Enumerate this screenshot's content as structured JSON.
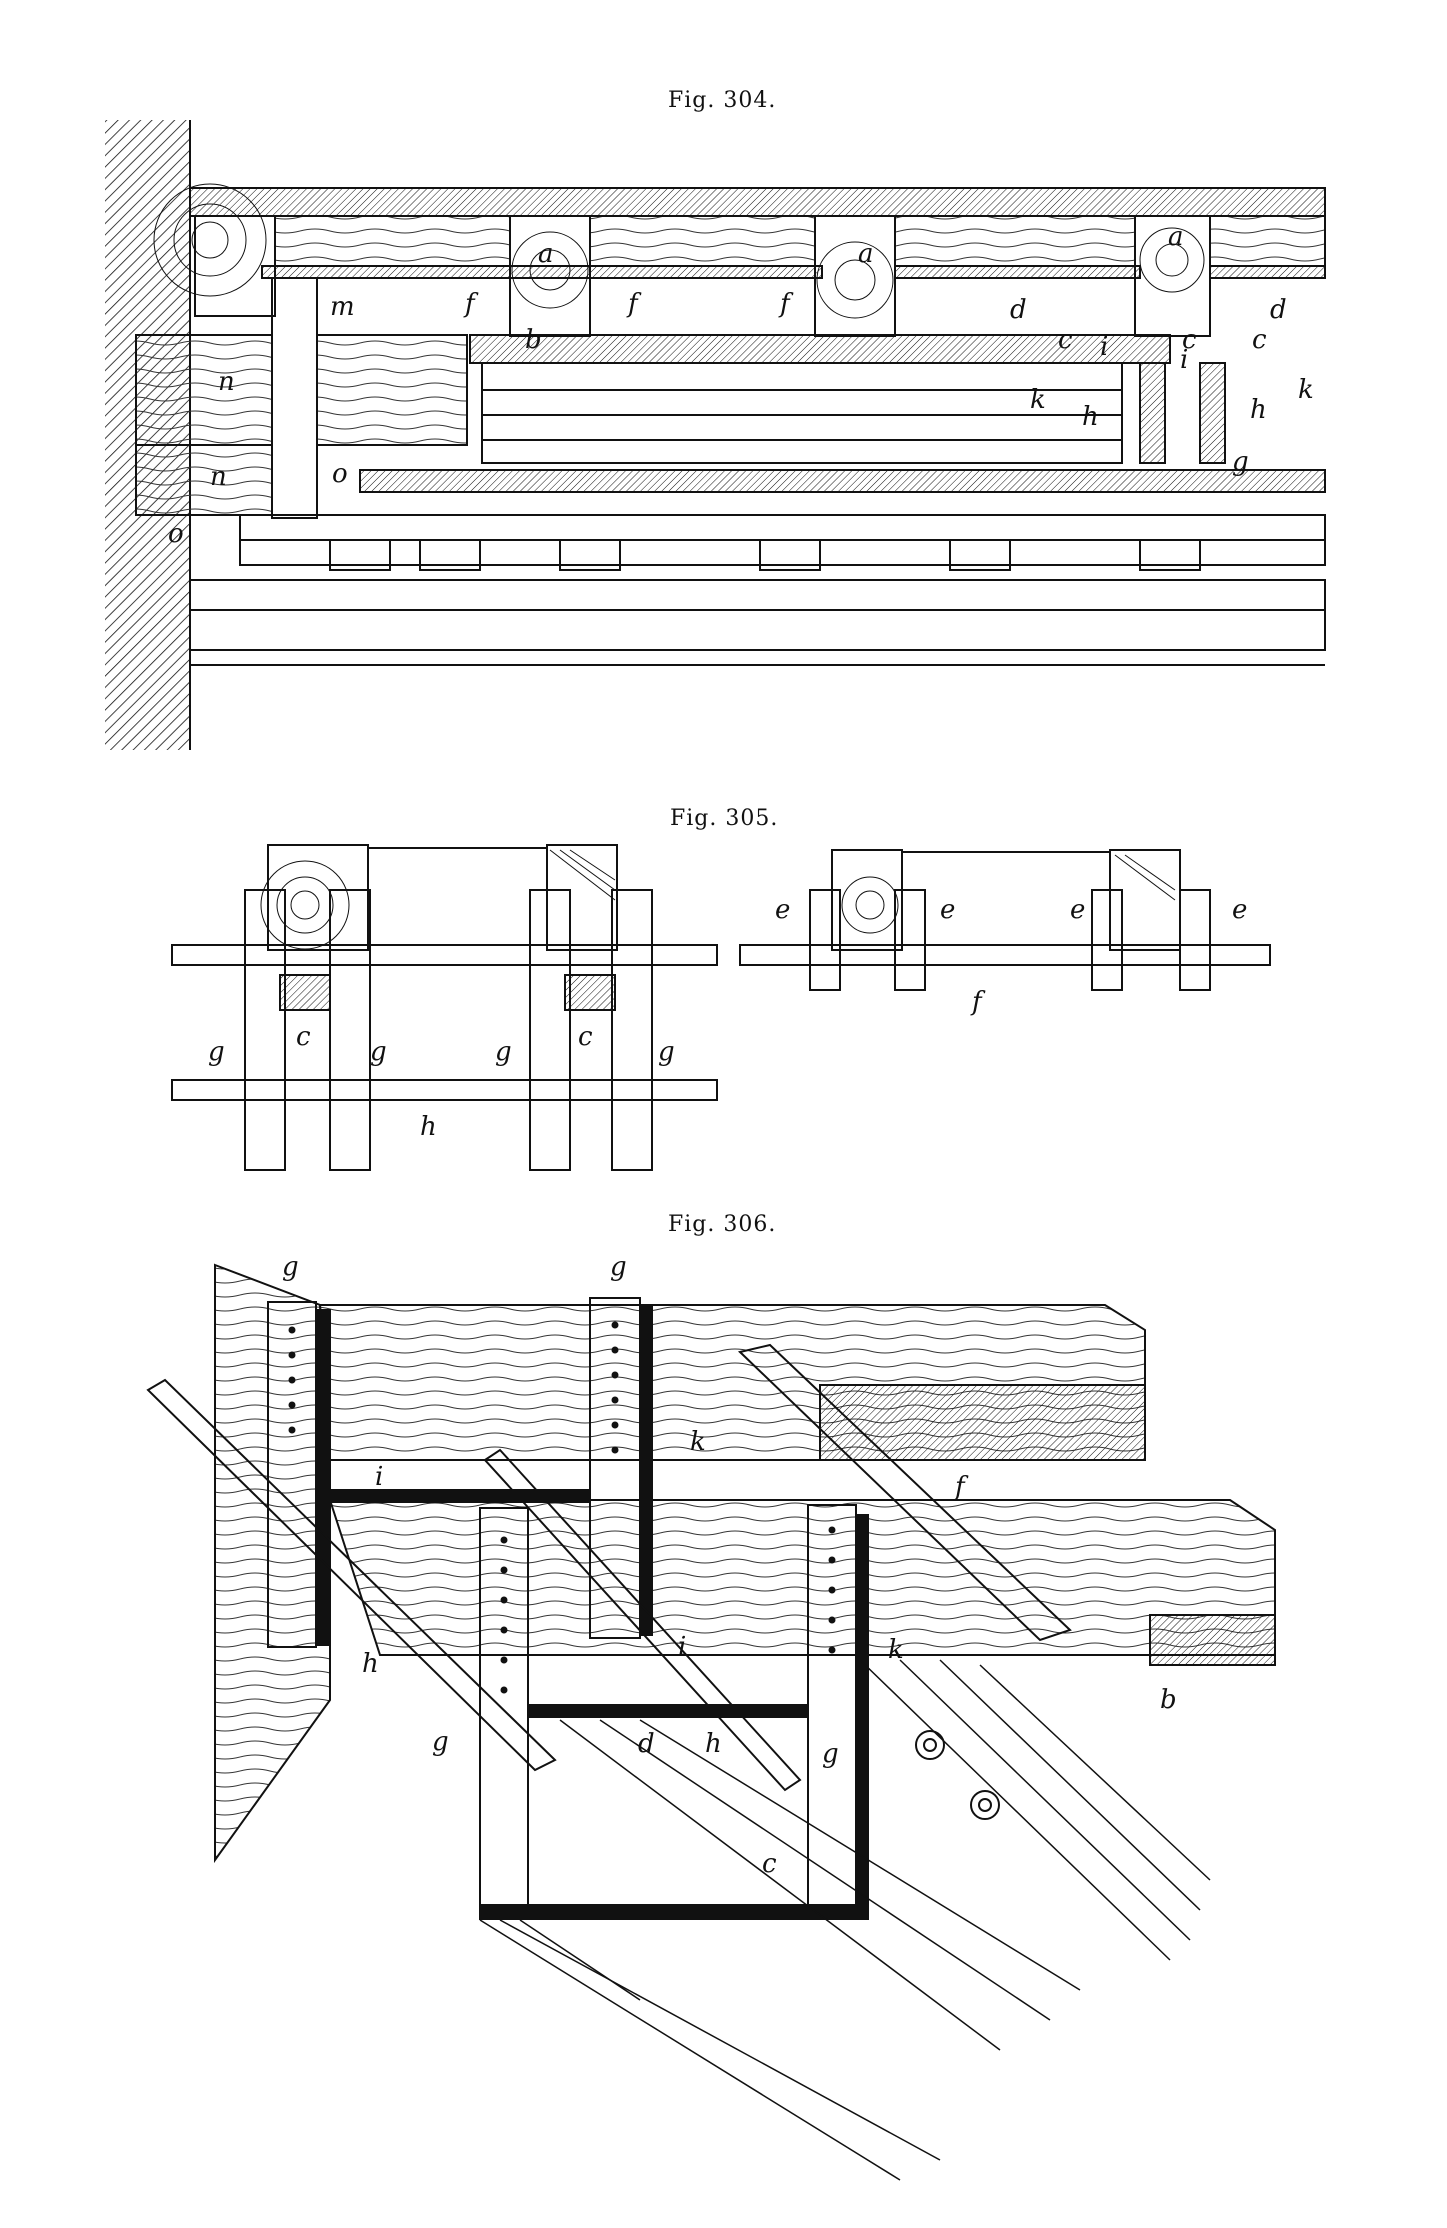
{
  "figures": [
    {
      "title": "Fig. 304.",
      "labels": [
        "a",
        "a",
        "a",
        "b",
        "c",
        "c",
        "c",
        "d",
        "d",
        "f",
        "f",
        "f",
        "g",
        "h",
        "h",
        "i",
        "i",
        "k",
        "k",
        "m",
        "n",
        "n",
        "o",
        "o"
      ]
    },
    {
      "title": "Fig. 305.",
      "labels": [
        "g",
        "c",
        "g",
        "g",
        "c",
        "g",
        "h",
        "e",
        "e",
        "e",
        "e",
        "f"
      ]
    },
    {
      "title": "Fig. 306.",
      "labels": [
        "g",
        "g",
        "i",
        "k",
        "f",
        "h",
        "g",
        "i",
        "d",
        "h",
        "g",
        "k",
        "b",
        "c"
      ]
    }
  ],
  "colors": {
    "ink": "#111111",
    "paper": "#ffffff"
  }
}
